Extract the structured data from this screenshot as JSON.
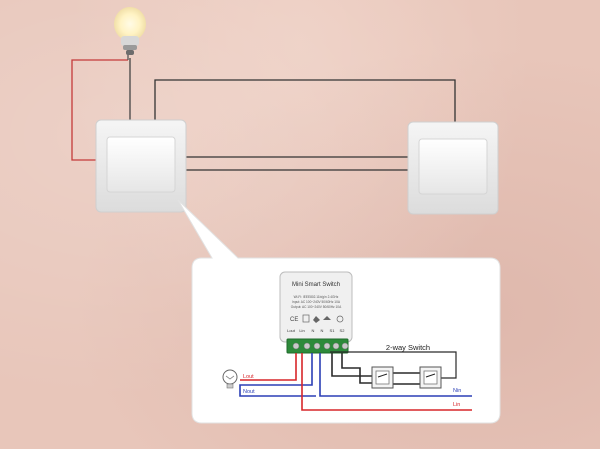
{
  "module": {
    "title": "Mini  Smart Switch",
    "spec_line1": "Wi-Fi: IEEE802.11b/g/n 2.4GHz",
    "spec_line2": "Input: AC 100~240V 50/60Hz 10A",
    "spec_line3": "Output: AC 100~240V 50/60Hz 10A",
    "terminals": [
      "Lout",
      "Lin",
      "N",
      "N",
      "S1",
      "S2"
    ]
  },
  "diagram": {
    "two_way_label": "2-way Switch",
    "lout_label": "Lout",
    "nout_label": "Nout",
    "nin_label": "Nin",
    "lin_label": "Lin"
  },
  "colors": {
    "live_wire": "#d7262a",
    "neutral_wire": "#2b3fb6",
    "switch_wire": "#2a2a2a"
  }
}
